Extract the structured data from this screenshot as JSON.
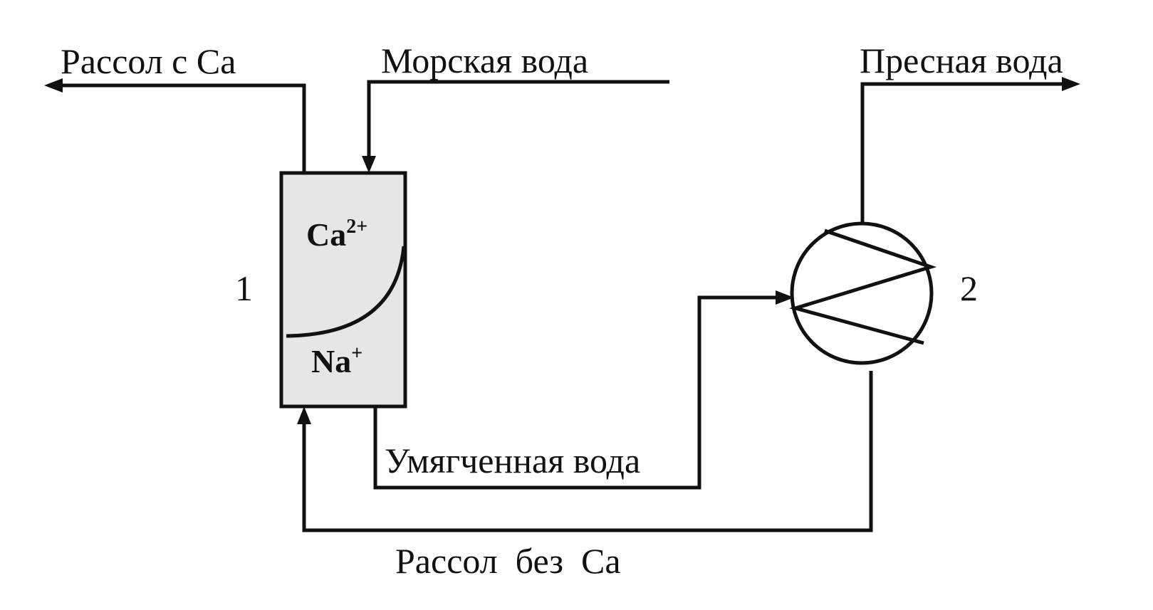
{
  "labels": {
    "brine_with_ca": "Рассол с Са",
    "sea_water": "Морская вода",
    "fresh_water": "Пресная вода",
    "softened_water": "Умягченная вода",
    "brine_without_ca": "Рассол  без  Са"
  },
  "column": {
    "number": "1",
    "ion_top": "Ca",
    "ion_top_charge": "2+",
    "ion_bottom": "Na",
    "ion_bottom_charge": "+"
  },
  "desalinator": {
    "number": "2"
  },
  "colors": {
    "ink": "#111111",
    "column_fill": "#e6e6e6",
    "background": "#ffffff"
  }
}
